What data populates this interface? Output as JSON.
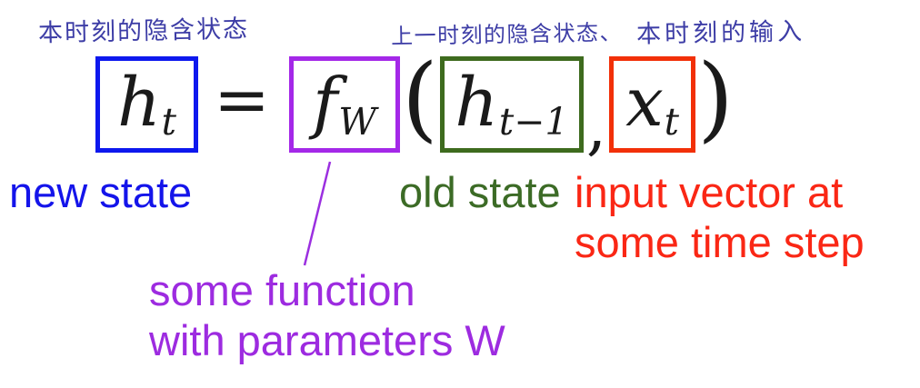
{
  "annotations": {
    "current_hidden_state": "本时刻的隐含状态",
    "previous_hidden_state": "上一时刻的隐含状态、",
    "current_input": "本时刻的输入"
  },
  "formula": {
    "lhs": {
      "base": "h",
      "sub": "t"
    },
    "equals": "=",
    "function": {
      "base": "f",
      "sub": "W"
    },
    "open_paren": "(",
    "arg1": {
      "base": "h",
      "sub": "t−1"
    },
    "comma": ",",
    "arg2": {
      "base": "x",
      "sub": "t"
    },
    "close_paren": ")"
  },
  "labels": {
    "new_state": "new state",
    "old_state": "old state",
    "input_vector_line1": "input vector at",
    "input_vector_line2": "some time step",
    "some_function_line1": "some function",
    "some_function_line2": "with parameters W"
  },
  "colors": {
    "handwriting_ink": "#3d3da6",
    "new_state_blue": "#0d18ee",
    "function_purple": "#a428e8",
    "old_state_green": "#3e6b1e",
    "input_red": "#f23008",
    "formula_text": "#1a1a1a"
  }
}
